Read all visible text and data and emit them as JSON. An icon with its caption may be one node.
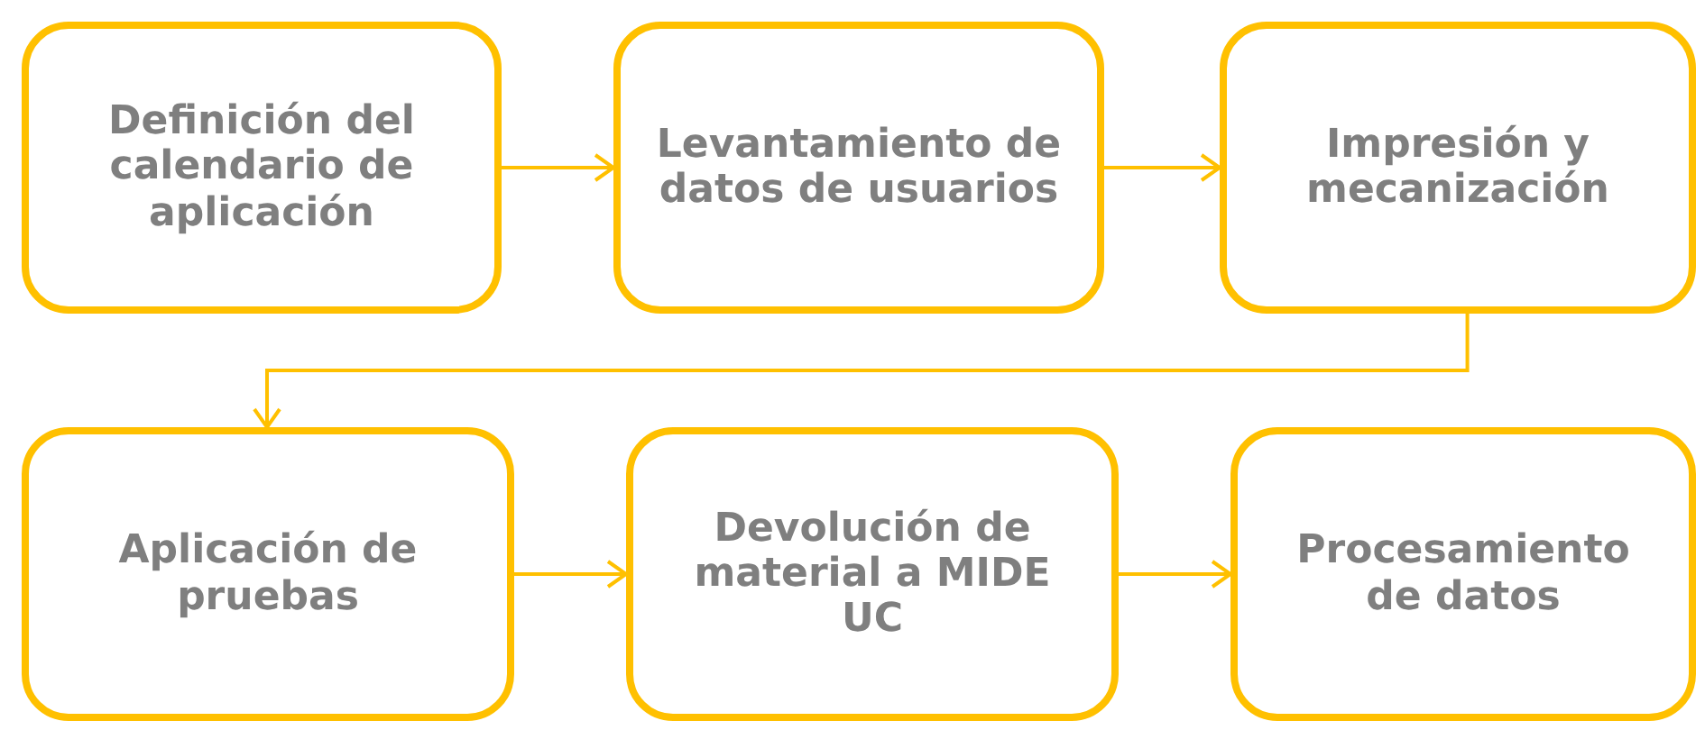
{
  "diagram": {
    "nodes": [
      {
        "text": [
          "Definición del calendario de aplicación"
        ]
      },
      {
        "text": [
          "Levantamiento de datos de usuarios"
        ]
      },
      {
        "text": [
          "Impresión y mecanización"
        ]
      },
      {
        "text": [
          "Aplicación de pruebas"
        ]
      },
      {
        "text": [
          "Devolución de material a MIDE UC"
        ]
      },
      {
        "text": [
          "Procesamiento de datos"
        ]
      }
    ],
    "edges": [
      {
        "from": 0,
        "to": 1,
        "arrow": "to"
      },
      {
        "from": 1,
        "to": 2,
        "arrow": "to"
      },
      {
        "from": 2,
        "to": 3,
        "arrow": "to"
      },
      {
        "from": 3,
        "to": 4,
        "arrow": "to"
      },
      {
        "from": 4,
        "to": 5,
        "arrow": "to"
      }
    ]
  }
}
